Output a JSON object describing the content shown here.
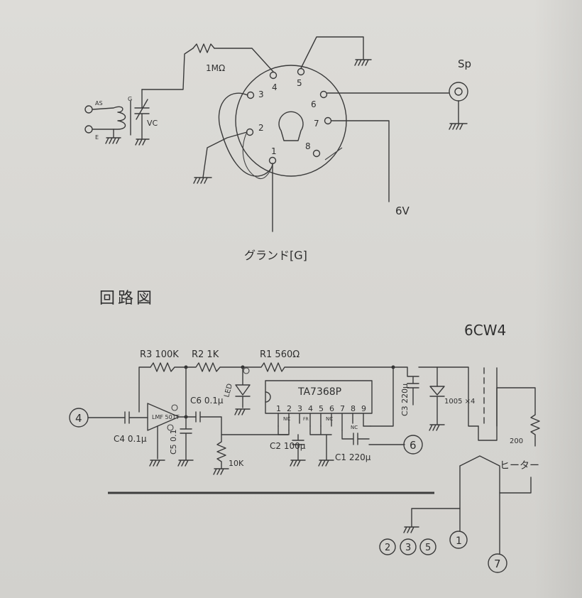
{
  "socket_diagram": {
    "resistor_label": "1MΩ",
    "coil_labels": [
      "AS",
      "E",
      "G"
    ],
    "vc_label": "VC",
    "pins": [
      "1",
      "2",
      "3",
      "4",
      "5",
      "6",
      "7",
      "8"
    ],
    "speaker_label": "Sp",
    "voltage_label": "6V",
    "ground_label": "グランド[G]"
  },
  "circuit": {
    "title": "回路図",
    "tube_label": "6CW4",
    "r3_label": "R3 100K",
    "r2_label": "R2 1K",
    "r1_label": "R1 560Ω",
    "led_label": "LED",
    "ic_label": "TA7368P",
    "ic_pins": [
      "1",
      "2",
      "3",
      "4",
      "5",
      "6",
      "7",
      "8",
      "9"
    ],
    "nc_labels": [
      "NC",
      "NC",
      "NC"
    ],
    "pin3_tag": "FR",
    "opamp_label": "LMF 501T",
    "c6_label": "C6 0.1μ",
    "c4_label": "C4 0.1μ",
    "c5_label": "C5 0.1",
    "c2_label": "C2 100μ",
    "c1_label": "C1 220μ",
    "c3_label": "C3 220μ",
    "r10k_label": "10K",
    "diode_label": "1005 ×4",
    "r200_label": "200",
    "heater_label": "ヒーター",
    "node_in": "4",
    "node_out": "6",
    "node_1": "1",
    "node_7": "7",
    "ground_nodes": [
      "2",
      "3",
      "5"
    ]
  }
}
